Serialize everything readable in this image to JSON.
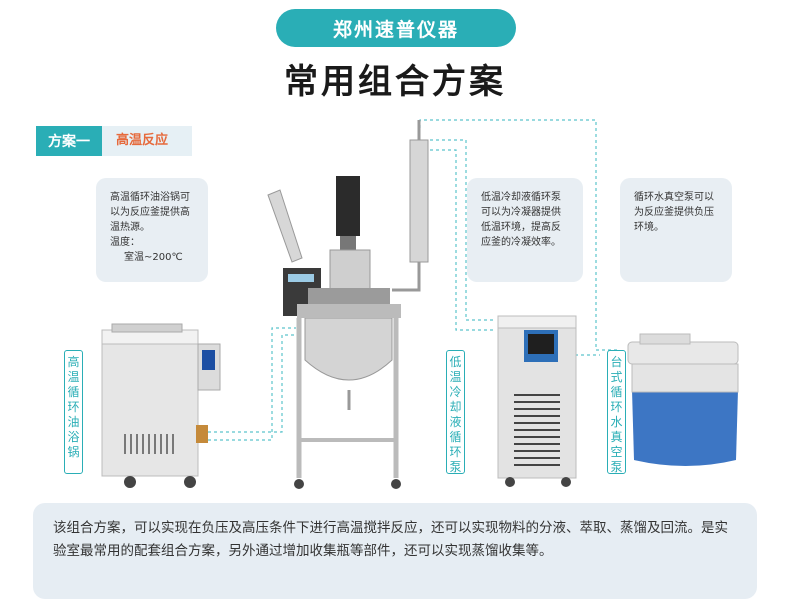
{
  "header": {
    "brand": "郑州速普仪器",
    "title": "常用组合方案"
  },
  "scheme": {
    "tag": "方案一",
    "name": "高温反应"
  },
  "callouts": {
    "oil_bath": [
      "高温循环油浴锅可",
      "以为反应釜提供高",
      "温热源。",
      "温度：",
      "室温~200℃"
    ],
    "chiller": [
      "低温冷却液循环泵",
      "可以为冷凝器提供",
      "低温环境，提高反",
      "应釜的冷凝效率。"
    ],
    "vacuum": [
      "循环水真空泵可以",
      "为反应釜提供负压",
      "环境。"
    ]
  },
  "labels": {
    "oil_bath": "高温循环油浴锅",
    "chiller": "低温冷却液循环泵",
    "vacuum": "台式循环水真空泵"
  },
  "description": "该组合方案，可以实现在负压及高压条件下进行高温搅拌反应，还可以实现物料的分液、萃取、蒸馏及回流。是实验室最常用的配套组合方案，另外通过增加收集瓶等部件，还可以实现蒸馏收集等。",
  "colors": {
    "accent": "#2aaeb6",
    "scheme_name": "#e66a3c",
    "callout_bg": "#e8eef3"
  }
}
